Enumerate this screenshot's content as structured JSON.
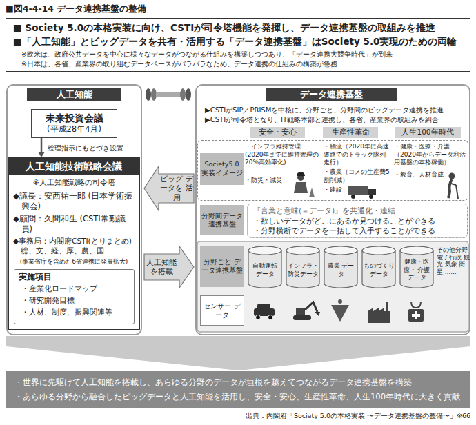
{
  "diagram": {
    "title": "■図4-4-14 データ連携基盤の整備",
    "caption": "出典：内閣府「Society 5.0の本格実装 〜データ連携基盤の整備〜」※66",
    "nodes": [
      {
        "text": [
          "■ Society 5.0の本格実装に向け、CSTIが司令塔機能を発揮し、データ連携基盤の取組みを推進",
          "■「人工知能」とビッグデータを共有・活用する「データ連携基盤」はSociety 5.0実現のための両輪",
          "※欧米は、政府公共データを中心に様々なデータがつながる仕組みを構築しつつあり、「データ連携大競争時代」が到来",
          "※日本は、各省、産業界の取り組むデータベースがバラバラなため、データ連携の仕組みの構築が急務"
        ]
      },
      {
        "text": [
          "人工知能"
        ]
      },
      {
        "text": [
          "未来投資会議",
          "(平成28年4月)"
        ],
        "in": 1
      },
      {
        "text": [
          "人工知能技術戦略会議",
          "※人工知能戦略の司令塔",
          "◆議長：安西祐一郎 (日本学術振興会)",
          "◆顧問：久間和生 (CSTI常勤議員)",
          "◆事務局：内閣府CSTI(とりまとめ) 総、文、経、厚、農、国",
          "(事業省庁を含めた6省連携に発展拡大)"
        ],
        "in": 1
      },
      {
        "text": [
          "実施項目",
          "・産業化ロードマップ",
          "・研究開発目標",
          "・人材、制度、振興関連等"
        ],
        "in": 3
      },
      {
        "text": [
          "ビッグ データを 活用"
        ]
      },
      {
        "text": [
          "人工知能 を搭載"
        ]
      },
      {
        "text": [
          "データ連携基盤",
          "▶CSTIがSIP／PRISMを中核に、分野ごと、分野間のビッグデータ連携を推進",
          "▶CSTIが司令塔となり、IT戦略本部と連携し、各省、産業界の取組みを糾合"
        ]
      },
      {
        "text": [
          "安全・安心"
        ],
        "in": 7
      },
      {
        "text": [
          "生産性革命"
        ],
        "in": 7
      },
      {
        "text": [
          "人生100年時代"
        ],
        "in": 7
      },
      {
        "text": [
          "・インフラ維持管理 (2020年までに維持管理の20%高効率化)",
          "・防災・減災",
          "・物流（2020年に高速道路でのトラック隊列走行）",
          "・農業（コメの生産費5割削減）",
          "・建設",
          "・健康・医療・介護 （2020年からデータ利活用基盤の本格稼働）",
          "・教育、人材育成"
        ],
        "in": 7
      },
      {
        "text": [
          "Society5.0 実装イメージ"
        ],
        "in": 11
      },
      {
        "text": [
          "分野間データ 連携基盤"
        ],
        "in": 7
      },
      {
        "text": [
          "『言葉と意味(＝データ)』を共通化・連結",
          "・欲しいデータがどこにあるか見つけることができる",
          "・分野横断でデータを一括して入手することができる"
        ],
        "in": 7
      },
      {
        "text": [
          "分野ごと データ連携基盤"
        ],
        "in": 7
      },
      {
        "text": [
          "自動運転 データ"
        ],
        "in": 7
      },
      {
        "text": [
          "インフラ・ 防災データ"
        ],
        "in": 7
      },
      {
        "text": [
          "農業 データ"
        ],
        "in": 7
      },
      {
        "text": [
          "ものづくり データ"
        ],
        "in": 7
      },
      {
        "text": [
          "健康・医療・ 介護データ"
        ],
        "in": 7
      },
      {
        "text": [
          "センサー データ"
        ],
        "in": 7
      },
      {
        "text": [
          "・世界に先駆けて人工知能を搭載し、あらゆる分野のデータが垣根を越えてつながるデータ連携基盤を構築",
          "・あらゆる分野から融合したビッグデータと人工知能を活用し、安全・安心、生産性革命、人生100年時代に大きく貢献"
        ]
      }
    ],
    "edges": [
      {
        "from": 2,
        "to": 3,
        "arrow": "to",
        "label": "総理指示にもとづき設置"
      }
    ],
    "labels": [
      "その他分野 電子行政 観光 気象 衛星 ……"
    ]
  }
}
